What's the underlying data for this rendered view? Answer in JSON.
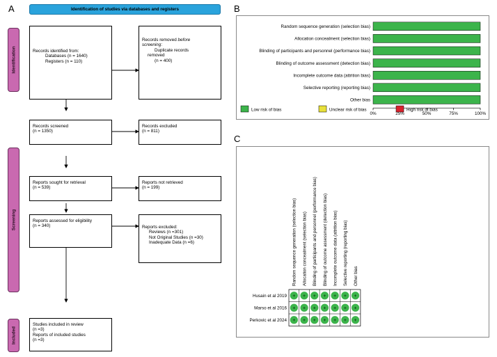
{
  "panel_labels": {
    "a": "A",
    "b": "B",
    "c": "C"
  },
  "flow": {
    "header": "Identification of studies via databases and registers",
    "stages": {
      "identification": "Identification",
      "screening": "Screening",
      "included": "Included"
    },
    "records_identified": {
      "l1": "Records identified from:",
      "l2": "Databases (n = 1640)",
      "l3": "Registers (n = 110)"
    },
    "records_removed": {
      "l1a": "Records removed ",
      "l1b": "before",
      "l2": "screening",
      "l2b": ":",
      "l3": "Duplicate records",
      "l4": "removed",
      "l5": "(n = 400)"
    },
    "records_screened": {
      "l1": "Records screened",
      "l2": "(n = 1350)"
    },
    "records_excluded": {
      "l1": "Records excluded",
      "l2": "(n = 811)"
    },
    "reports_sought": {
      "l1": "Reports sought for retrieval",
      "l2": "(n = 539)"
    },
    "reports_not_retrieved": {
      "l1": "Reports not retrieved",
      "l2": "(n = 199)"
    },
    "reports_assessed": {
      "l1": "Reports assessed for eligibility",
      "l2": "(n = 340)"
    },
    "reports_excluded": {
      "l1": "Reports excluded:",
      "l2": "Reviews (n =301)",
      "l3": "Not Original Studies (n =30)",
      "l4": "Inadequate Data (n =6)"
    },
    "studies_included": {
      "l1": "Studies included in review",
      "l2": "(n =3)",
      "l3": "Reports of included studies",
      "l4": "(n =3)"
    }
  },
  "chart_data": {
    "type": "bar",
    "orientation": "horizontal",
    "stacked": true,
    "categories": [
      "Random sequence generation (selection bias)",
      "Allocation concealment (selection bias)",
      "Blinding of participants and personnel (performance bias)",
      "Blinding of outcome assessment (detection bias)",
      "Incomplete outcome data (attrition bias)",
      "Selective reporting (reporting bias)",
      "Other bias"
    ],
    "series": [
      {
        "name": "Low risk of bias",
        "values": [
          100,
          100,
          100,
          100,
          100,
          100,
          100
        ],
        "color": "#3cb44b"
      },
      {
        "name": "Unclear risk of bias",
        "values": [
          0,
          0,
          0,
          0,
          0,
          0,
          0
        ],
        "color": "#e8e03a"
      },
      {
        "name": "High risk of bias",
        "values": [
          0,
          0,
          0,
          0,
          0,
          0,
          0
        ],
        "color": "#d9232d"
      }
    ],
    "xlim": [
      0,
      100
    ],
    "xticks": [
      "0%",
      "25%",
      "50%",
      "75%",
      "100%"
    ],
    "legend_position": "bottom"
  },
  "rob_summary": {
    "domains": [
      "Random sequence generation (selection bias)",
      "Allocation concealment (selection bias)",
      "Blinding of participants and personnel (performance bias)",
      "Blinding of outcome assessment (detection bias)",
      "Incomplete outcome data (attrition bias)",
      "Selective reporting (reporting bias)",
      "Other bias"
    ],
    "studies": [
      "Husain et al 2019",
      "Marso et al 2016",
      "Perkovic et al 2024"
    ],
    "judgement": "+",
    "low_color": "#3cb44b"
  }
}
